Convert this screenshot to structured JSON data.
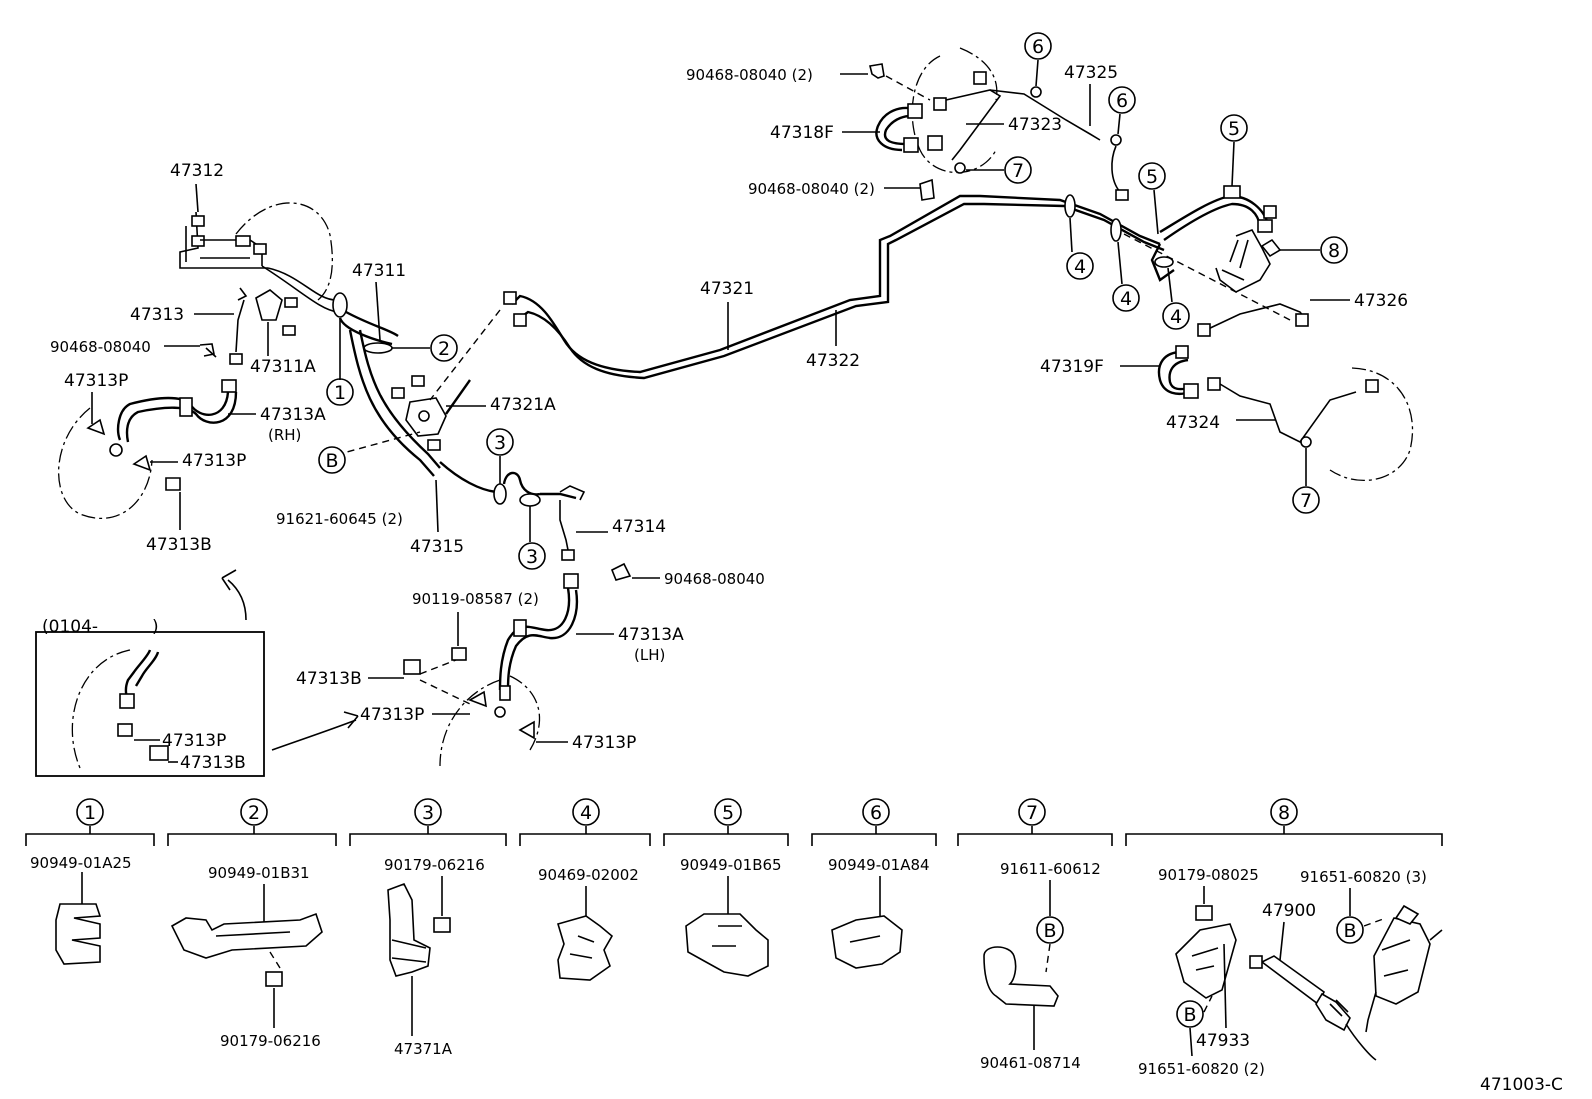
{
  "diagram_code": "471003-C",
  "inset": {
    "range": "(0104-",
    "range_close": ")"
  },
  "labels": {
    "l47312": "47312",
    "l47311": "47311",
    "l47313": "47313",
    "l90468_a": "90468-08040",
    "l47311A": "47311A",
    "l47313P_a": "47313P",
    "l47313A_rh": "47313A",
    "rh": "(RH)",
    "l47313P_b": "47313P",
    "l47313B_a": "47313B",
    "l91621": "91621-60645 (2)",
    "l47315": "47315",
    "l47321A": "47321A",
    "l47321": "47321",
    "l47322": "47322",
    "l47314": "47314",
    "l90468_b": "90468-08040",
    "l90119": "90119-08587 (2)",
    "l47313A_lh": "47313A",
    "lh": "(LH)",
    "l47313B_b": "47313B",
    "l47313P_c": "47313P",
    "l47313P_d": "47313P",
    "l47313P_e": "47313P",
    "l47313B_c": "47313B",
    "l90468_c": "90468-08040 (2)",
    "l47318F": "47318F",
    "l90468_d": "90468-08040 (2)",
    "l47323": "47323",
    "l47325": "47325",
    "l47326": "47326",
    "l47319F": "47319F",
    "l47324": "47324"
  },
  "callouts": {
    "c1": "1",
    "c2": "2",
    "c3a": "3",
    "c3b": "3",
    "c4a": "4",
    "c4b": "4",
    "c4c": "4",
    "c5a": "5",
    "c5b": "5",
    "c6a": "6",
    "c6b": "6",
    "c7a": "7",
    "c7b": "7",
    "c8": "8",
    "cBa": "B"
  },
  "clamp_table": [
    {
      "num": "1",
      "parts": [
        "90949-01A25"
      ]
    },
    {
      "num": "2",
      "parts": [
        "90949-01B31",
        "90179-06216"
      ]
    },
    {
      "num": "3",
      "parts": [
        "90179-06216",
        "47371A"
      ]
    },
    {
      "num": "4",
      "parts": [
        "90469-02002"
      ]
    },
    {
      "num": "5",
      "parts": [
        "90949-01B65"
      ]
    },
    {
      "num": "6",
      "parts": [
        "90949-01A84"
      ]
    },
    {
      "num": "7",
      "parts": [
        "91611-60612",
        "90461-08714"
      ],
      "ref": "B"
    },
    {
      "num": "8",
      "parts": [
        "90179-08025",
        "91651-60820 (3)",
        "47900",
        "47933",
        "91651-60820 (2)"
      ],
      "refs": [
        "B",
        "B"
      ]
    }
  ]
}
